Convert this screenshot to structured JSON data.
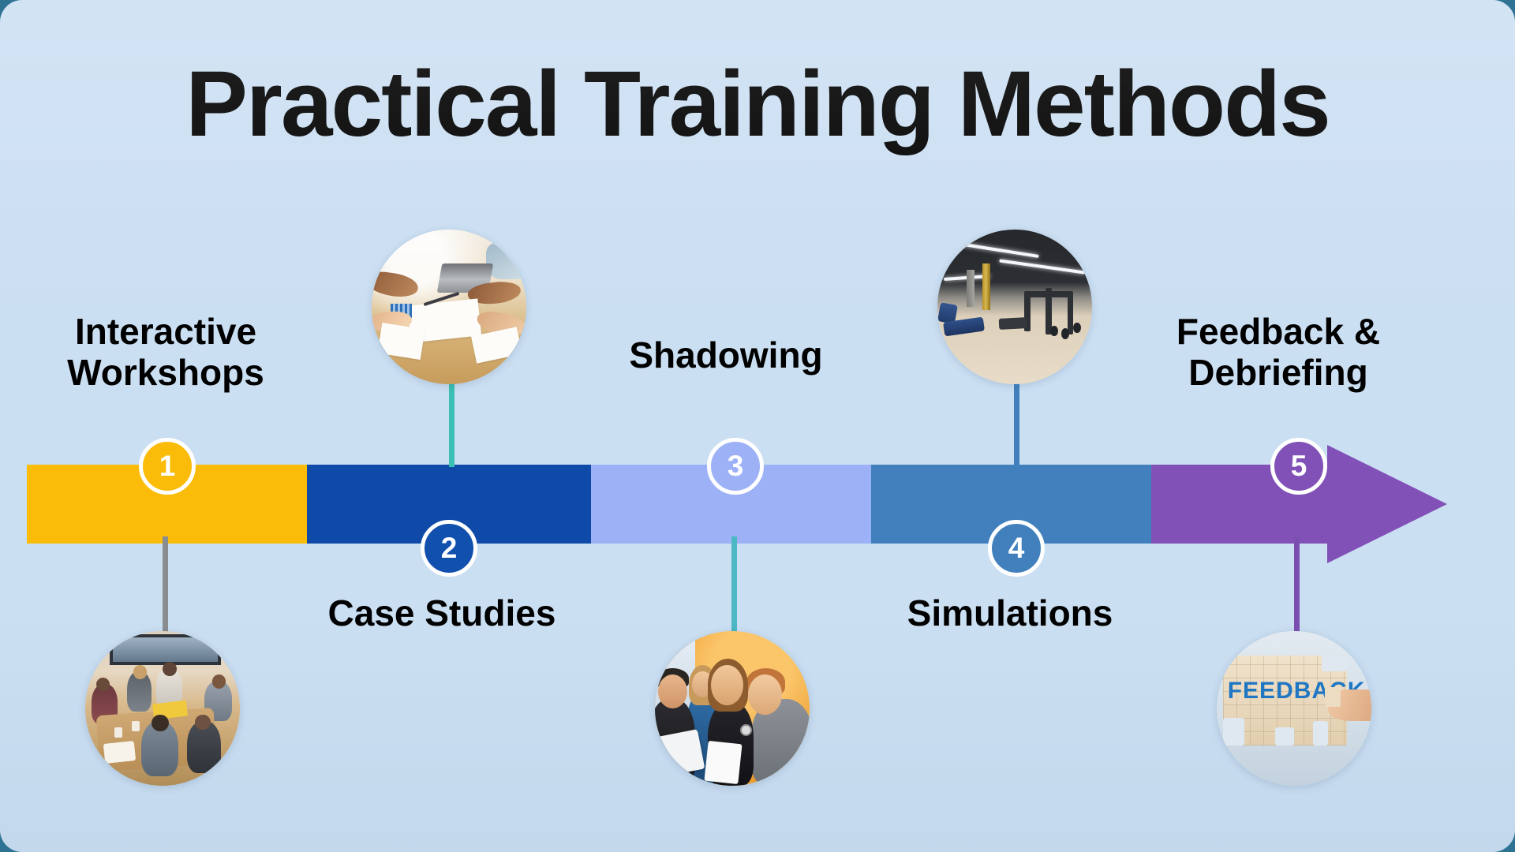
{
  "slide": {
    "title": "Practical Training Methods",
    "background_color": "#cbdff2",
    "outer_color": "#2f7394"
  },
  "timeline": {
    "arrow_color": "#8151b8",
    "steps": [
      {
        "number": "1",
        "label": "Interactive Workshops",
        "label_lines": [
          "Interactive",
          "Workshops"
        ],
        "segment_color": "#fbbc09",
        "marker_color": "#fbbc09",
        "connector_color": "#8a8d90",
        "label_position": "above",
        "photo_position": "below",
        "photo_name": "workshop-group-meeting-photo"
      },
      {
        "number": "2",
        "label": "Case Studies",
        "label_lines": [
          "Case Studies"
        ],
        "segment_color": "#0f4aa8",
        "marker_color": "#1250ad",
        "connector_color": "#3bbfb4",
        "label_position": "below",
        "photo_position": "above",
        "photo_name": "team-documents-desk-photo"
      },
      {
        "number": "3",
        "label": "Shadowing",
        "label_lines": [
          "Shadowing"
        ],
        "segment_color": "#9db1f7",
        "marker_color": "#9db1f7",
        "connector_color": "#4bb8c4",
        "label_position": "above",
        "photo_position": "below",
        "photo_name": "smiling-group-tablet-photo"
      },
      {
        "number": "4",
        "label": "Simulations",
        "label_lines": [
          "Simulations"
        ],
        "segment_color": "#4180bd",
        "marker_color": "#4180bd",
        "connector_color": "#4180bd",
        "label_position": "below",
        "photo_position": "above",
        "photo_name": "gym-training-facility-photo"
      },
      {
        "number": "5",
        "label": "Feedback & Debriefing",
        "label_lines": [
          "Feedback &",
          "Debriefing"
        ],
        "segment_color": "#8151b8",
        "marker_color": "#8151b8",
        "connector_color": "#7b4fb0",
        "label_position": "above",
        "photo_position": "below",
        "photo_name": "feedback-puzzle-photo"
      }
    ]
  },
  "photos": {
    "feedback_puzzle_word": "FEEDBACK"
  }
}
